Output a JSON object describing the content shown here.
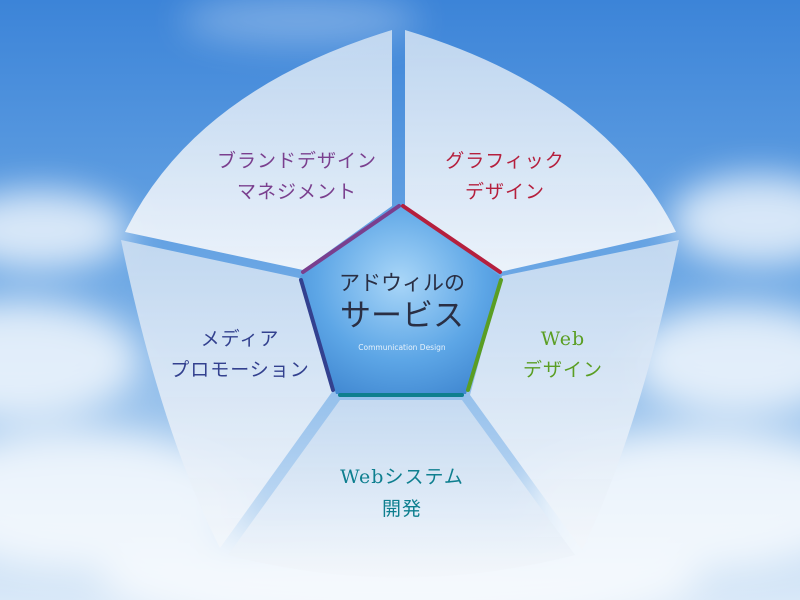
{
  "center": {
    "title_line1": "アドウィルの",
    "title_line2": "サービス",
    "subtitle": "Communication Design"
  },
  "segments": [
    {
      "key": "brand",
      "line1": "ブランドデザイン",
      "line2": "マネジメント",
      "color": "#7a3f8e"
    },
    {
      "key": "graphic",
      "line1": "グラフィック",
      "line2": "デザイン",
      "color": "#b51f3d"
    },
    {
      "key": "web",
      "line1": "Web",
      "line2": "デザイン",
      "color": "#5a9e23"
    },
    {
      "key": "websystem",
      "line1": "Webシステム",
      "line2": "開発",
      "color": "#0e7f8f"
    },
    {
      "key": "media",
      "line1": "メディア",
      "line2": "プロモーション",
      "color": "#33418f"
    }
  ]
}
